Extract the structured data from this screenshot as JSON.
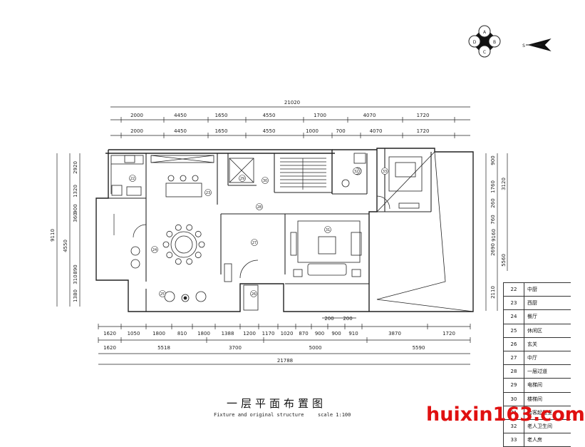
{
  "title": "一层平面布置图",
  "subtitle": "Fixture and original structure",
  "scale": "scale 1:100",
  "watermark": "huixin163.com",
  "compass": {
    "letters": [
      "A",
      "B",
      "C",
      "D"
    ],
    "arrow": "S"
  },
  "dimensions": {
    "top_total": "21020",
    "top_row1": [
      "2000",
      "4450",
      "1650",
      "4550",
      "1700",
      "4070",
      "1720"
    ],
    "top_row2": [
      "2000",
      "4450",
      "1650",
      "4550",
      "1000",
      "700",
      "4070",
      "1720"
    ],
    "bottom_small": [
      "200",
      "200"
    ],
    "bottom_row1": [
      "1620",
      "1050",
      "1800",
      "810",
      "1800",
      "1388",
      "1200",
      "1170",
      "1020",
      "870",
      "900",
      "900",
      "910",
      "3870",
      "1720"
    ],
    "bottom_row2": [
      "1620",
      "5518",
      "3700",
      "5000",
      "5590"
    ],
    "bottom_total": "21788",
    "left_total": "9110",
    "left_inner": [
      "2920",
      "1320",
      "900",
      "360",
      "4550",
      "890",
      "310",
      "1380"
    ],
    "right_total": "9160",
    "right_inner": [
      "900",
      "3120",
      "1760",
      "260",
      "760",
      "2690",
      "5560",
      "2110"
    ]
  },
  "rooms": [
    "22",
    "23",
    "24",
    "25",
    "26",
    "27",
    "28",
    "29",
    "30",
    "31",
    "32",
    "33"
  ],
  "legend": [
    {
      "num": "22",
      "name": "中厨"
    },
    {
      "num": "23",
      "name": "西厨"
    },
    {
      "num": "24",
      "name": "餐厅"
    },
    {
      "num": "25",
      "name": "休闲区"
    },
    {
      "num": "26",
      "name": "玄关"
    },
    {
      "num": "27",
      "name": "中厅"
    },
    {
      "num": "28",
      "name": "一层过道"
    },
    {
      "num": "29",
      "name": "电梯间"
    },
    {
      "num": "30",
      "name": "楼梯间"
    },
    {
      "num": "31",
      "name": "会客起居室"
    },
    {
      "num": "32",
      "name": "老人卫生间"
    },
    {
      "num": "33",
      "name": "老人房"
    }
  ]
}
